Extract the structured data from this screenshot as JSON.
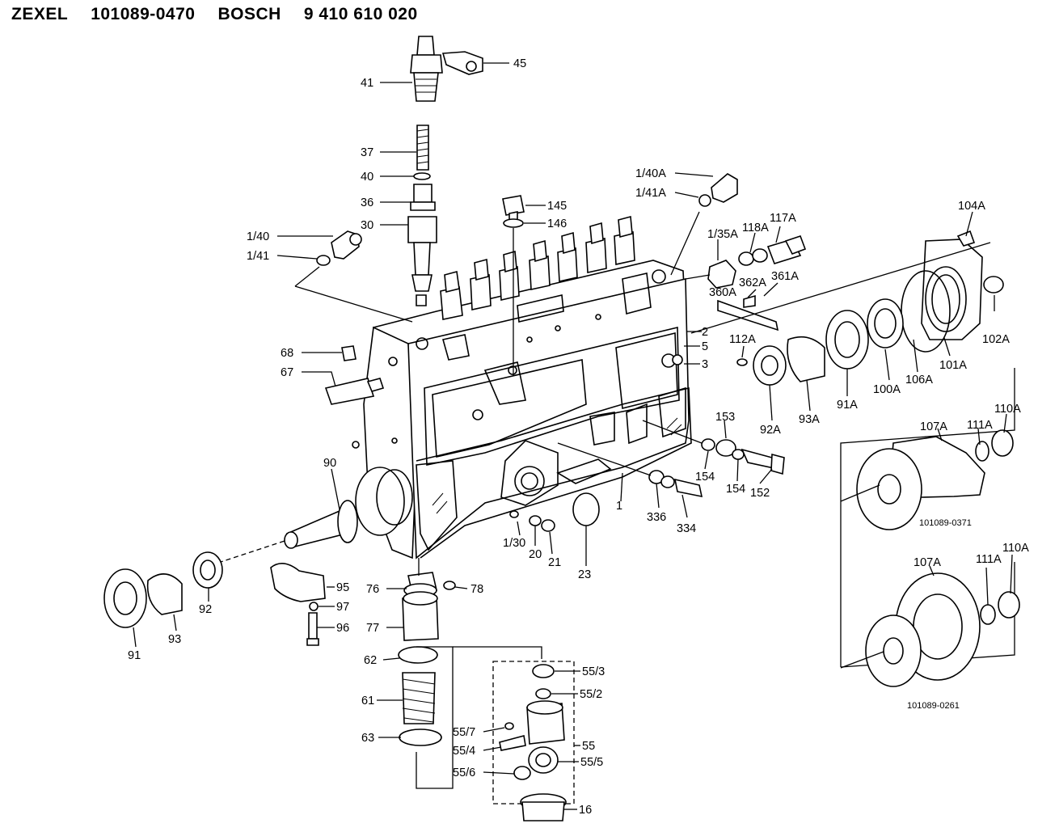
{
  "header": {
    "brand": "ZEXEL",
    "zexel_number": "101089-0470",
    "oem": "BOSCH",
    "oem_number": "9 410 610 020"
  },
  "labels": {
    "p45": "45",
    "p41": "41",
    "p37": "37",
    "p40": "40",
    "p36": "36",
    "p30": "30",
    "p1_40": "1/40",
    "p1_41": "1/41",
    "p145": "145",
    "p146": "146",
    "p1_40a": "1/40A",
    "p1_41a": "1/41A",
    "p1_35a": "1/35A",
    "p118a": "118A",
    "p117a": "117A",
    "p104a": "104A",
    "p360a": "360A",
    "p362a": "362A",
    "p361a": "361A",
    "p2": "2",
    "p5": "5",
    "p3": "3",
    "p112a": "112A",
    "p102a": "102A",
    "p101a": "101A",
    "p106a": "106A",
    "p100a": "100A",
    "p91a": "91A",
    "p93a": "93A",
    "p92a": "92A",
    "p68": "68",
    "p67": "67",
    "p153": "153",
    "p154a": "154",
    "p154b": "154",
    "p152": "152",
    "p336": "336",
    "p334": "334",
    "p1": "1",
    "p90": "90",
    "p1_30": "1/30",
    "p20": "20",
    "p21": "21",
    "p23": "23",
    "p107a_1": "107A",
    "p111a_1": "111A",
    "p110a_1": "110A",
    "ref1": "101089-0371",
    "p107a_2": "107A",
    "p111a_2": "111A",
    "p110a_2": "110A",
    "ref2": "101089-0261",
    "p91": "91",
    "p93": "93",
    "p92": "92",
    "p95": "95",
    "p97": "97",
    "p96": "96",
    "p76": "76",
    "p78": "78",
    "p77": "77",
    "p62": "62",
    "p61": "61",
    "p63": "63",
    "p55_3": "55/3",
    "p55_2": "55/2",
    "p55_7": "55/7",
    "p55_4": "55/4",
    "p55": "55",
    "p55_5": "55/5",
    "p55_6": "55/6",
    "p16": "16"
  }
}
